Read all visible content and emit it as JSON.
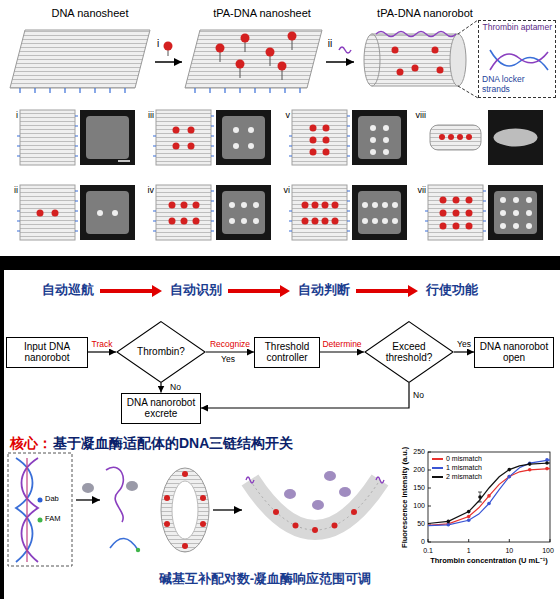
{
  "diagram": {
    "nodes": [
      {
        "text": [
          "Thrombin aptamer",
          "DNA locker strands"
        ]
      },
      {
        "text": [
          "Input DNA nanorobot"
        ]
      },
      {
        "text": [
          "Thrombin?"
        ]
      },
      {
        "text": [
          "Threshold controller"
        ]
      },
      {
        "text": [
          "Exceed threshold?"
        ]
      },
      {
        "text": [
          "DNA nanorobot open"
        ]
      },
      {
        "text": [
          "DNA nanorobot excrete"
        ]
      }
    ],
    "edges": [
      {
        "from": 1,
        "to": 2,
        "arrow": "to",
        "label": "Track"
      },
      {
        "from": 2,
        "to": 3,
        "arrow": "to",
        "label": "Recognize"
      },
      {
        "from": 3,
        "to": 4,
        "arrow": "to",
        "label": "Determine"
      },
      {
        "from": 4,
        "to": 5,
        "arrow": "to",
        "label": "Yes"
      },
      {
        "from": 2,
        "to": 6,
        "arrow": "to",
        "label": "No"
      },
      {
        "from": 4,
        "to": 6,
        "arrow": "to",
        "label": "No"
      }
    ],
    "labels": [
      "DNA nanosheet",
      "tPA-DNA nanosheet",
      "tPA-DNA nanorobot",
      "i",
      "ii",
      "i",
      "iii",
      "v",
      "viii",
      "ii",
      "iv",
      "vi",
      "vii",
      "自动巡航",
      "自动识别",
      "自动判断",
      "行使功能",
      "Yes",
      "核心：",
      "基于凝血酶适配体的DNA三链结构开关",
      "Dab",
      "FAM",
      "碱基互补配对数-凝血酶响应范围可调",
      "Fluorescence intensity (a.u.)",
      "0",
      "50",
      "100",
      "150",
      "200",
      "250",
      "0.1",
      "1",
      "10",
      "100",
      "Thrombin concentration (U mL⁻¹)"
    ],
    "legend": [
      {
        "text": "0 mismatch",
        "color": "#e8322e"
      },
      {
        "text": "1 mismatch",
        "color": "#3a55d4"
      },
      {
        "text": "2 mismatch",
        "color": "#111111"
      }
    ]
  }
}
